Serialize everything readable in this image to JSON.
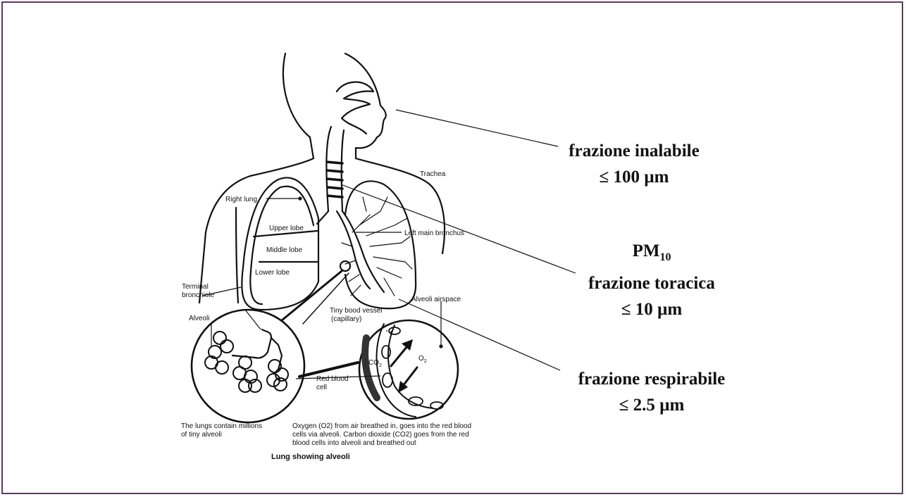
{
  "diagram": {
    "labels": {
      "trachea": "Trachea",
      "right_lung": "Right lung",
      "upper_lobe": "Upper lobe",
      "middle_lobe": "Middle lobe",
      "lower_lobe": "Lower lobe",
      "left_main_bronchus": "Left main bronchus",
      "terminal_bronchiole_1": "Terminal",
      "terminal_bronchiole_2": "bronchiole",
      "alveoli": "Alveoli",
      "tiny_blood_vessel_1": "Tiny bood vessel",
      "tiny_blood_vessel_2": "(capillary)",
      "alveoli_airspace": "Alveoli airspace",
      "co2": "CO",
      "co2_sub": "2",
      "o2": "O",
      "o2_sub": "2",
      "red_blood_cell_1": "Red blood",
      "red_blood_cell_2": "cell",
      "caption_left_1": "The lungs contain millions",
      "caption_left_2": "of tiny alveoli",
      "caption_right_1": "Oxygen (O2) from air breathed in, goes into the red blood",
      "caption_right_2": "cells via alveoli.  Carbon dioxide (CO2) goes from the red",
      "caption_right_3": "blood cells into alveoli and breathed out",
      "title": "Lung showing alveoli"
    }
  },
  "fractions": {
    "inhalable": {
      "name": "frazione inalabile",
      "size": "≤  100 µm"
    },
    "thoracic": {
      "pm": "PM",
      "pm_sub": "10",
      "name": "frazione toracica",
      "size": "≤  10 µm"
    },
    "respirable": {
      "name": "frazione respirabile",
      "size": "≤ 2.5 µm"
    }
  }
}
